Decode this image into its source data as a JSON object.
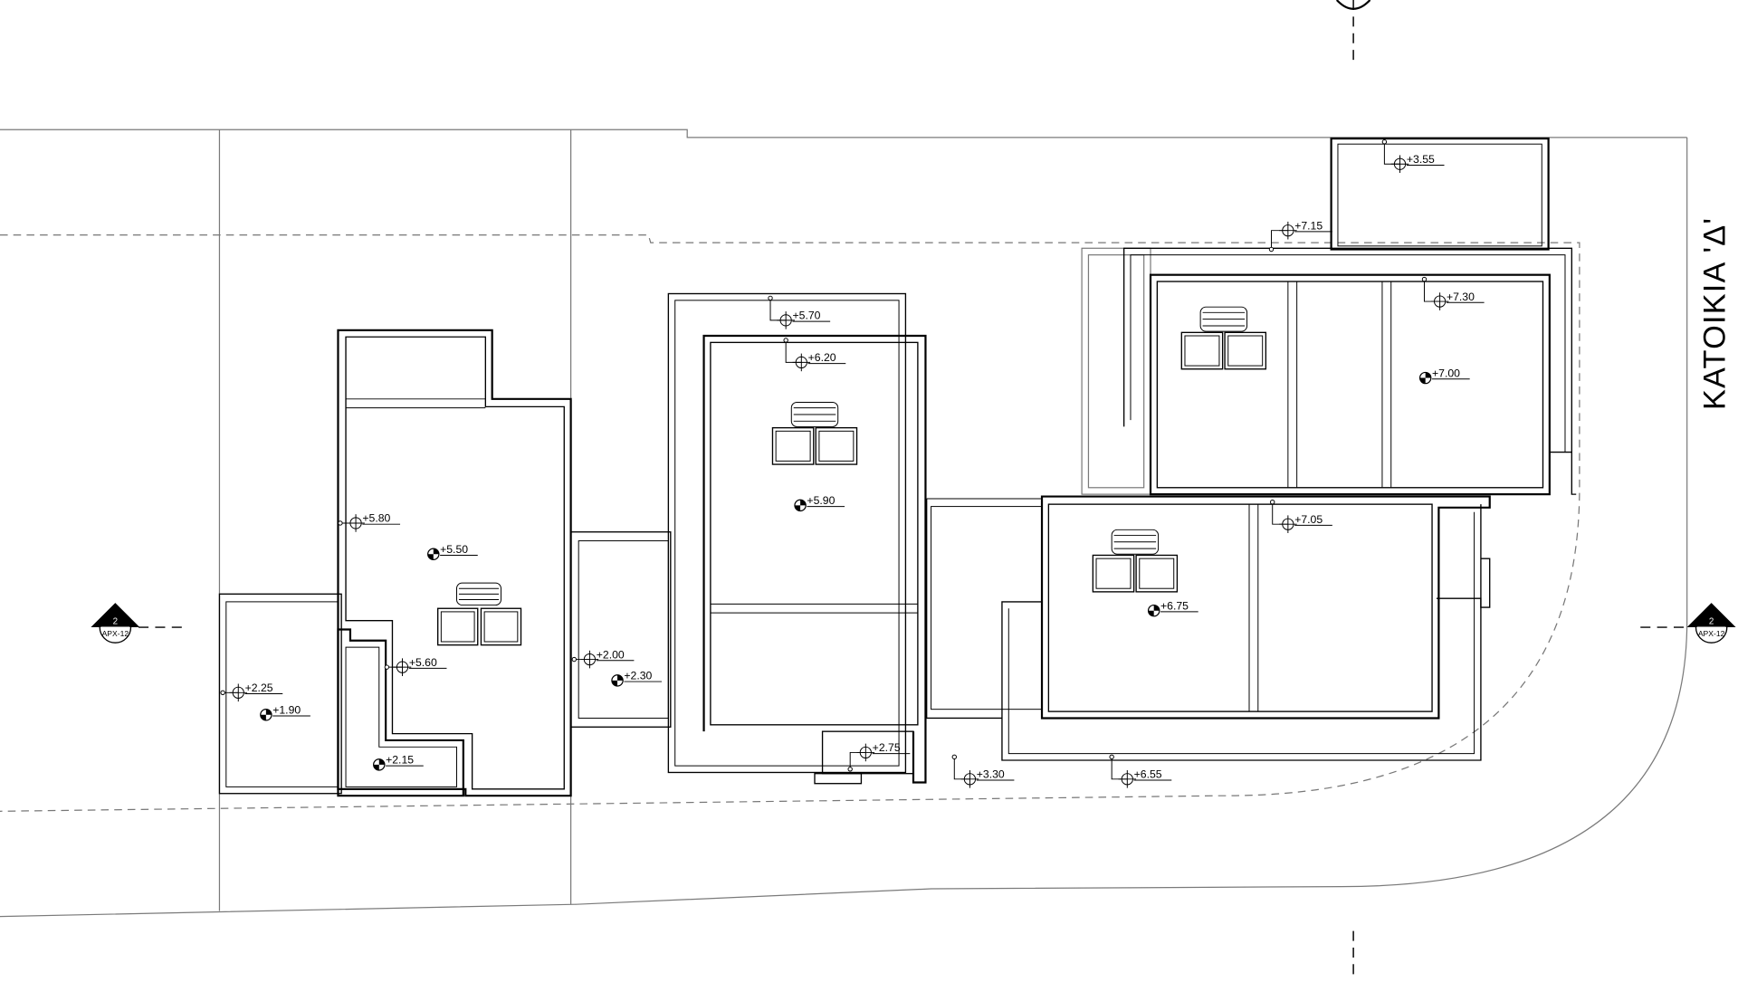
{
  "drawing": {
    "title": "ΚΑΤΟΙΚΙΑ 'Δ'",
    "section_markers": [
      {
        "id": "section-left",
        "number": "2",
        "ref": "ΑΡΧ-12"
      },
      {
        "id": "section-right",
        "number": "2",
        "ref": "ΑΡΧ-12"
      }
    ],
    "levels": [
      {
        "id": "lvl-355",
        "label": "+3.55",
        "kind": "target"
      },
      {
        "id": "lvl-715",
        "label": "+7.15",
        "kind": "target"
      },
      {
        "id": "lvl-730",
        "label": "+7.30",
        "kind": "target"
      },
      {
        "id": "lvl-700",
        "label": "+7.00",
        "kind": "spot"
      },
      {
        "id": "lvl-570",
        "label": "+5.70",
        "kind": "target"
      },
      {
        "id": "lvl-620",
        "label": "+6.20",
        "kind": "target"
      },
      {
        "id": "lvl-590",
        "label": "+5.90",
        "kind": "spot"
      },
      {
        "id": "lvl-580",
        "label": "+5.80",
        "kind": "target"
      },
      {
        "id": "lvl-550",
        "label": "+5.50",
        "kind": "spot"
      },
      {
        "id": "lvl-560",
        "label": "+5.60",
        "kind": "target"
      },
      {
        "id": "lvl-225",
        "label": "+2.25",
        "kind": "target"
      },
      {
        "id": "lvl-190",
        "label": "+1.90",
        "kind": "spot"
      },
      {
        "id": "lvl-215",
        "label": "+2.15",
        "kind": "spot"
      },
      {
        "id": "lvl-200",
        "label": "+2.00",
        "kind": "target"
      },
      {
        "id": "lvl-230",
        "label": "+2.30",
        "kind": "spot"
      },
      {
        "id": "lvl-275",
        "label": "+2.75",
        "kind": "target"
      },
      {
        "id": "lvl-330",
        "label": "+3.30",
        "kind": "target"
      },
      {
        "id": "lvl-655",
        "label": "+6.55",
        "kind": "target"
      },
      {
        "id": "lvl-705",
        "label": "+7.05",
        "kind": "target"
      },
      {
        "id": "lvl-675",
        "label": "+6.75",
        "kind": "spot"
      }
    ]
  }
}
